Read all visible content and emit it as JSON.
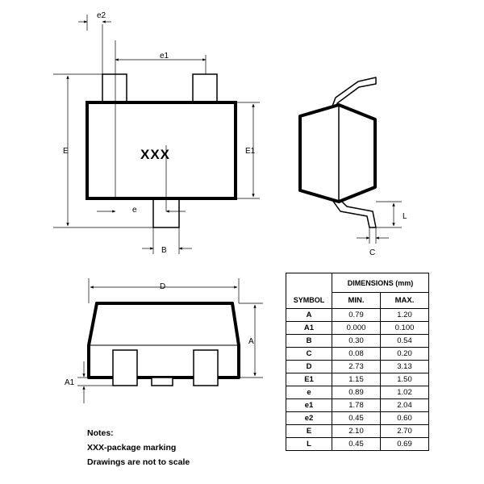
{
  "labels": {
    "e2": "e2",
    "e1": "e1",
    "E": "E",
    "E1": "E1",
    "e": "e",
    "B": "B",
    "L": "L",
    "C": "C",
    "D": "D",
    "A": "A",
    "A1": "A1",
    "marking": "XXX"
  },
  "table": {
    "group_header": "DIMENSIONS (mm)",
    "symbol_header": "SYMBOL",
    "min_header": "MIN.",
    "max_header": "MAX.",
    "rows": [
      {
        "symbol": "A",
        "min": "0.79",
        "max": "1.20"
      },
      {
        "symbol": "A1",
        "min": "0.000",
        "max": "0.100"
      },
      {
        "symbol": "B",
        "min": "0.30",
        "max": "0.54"
      },
      {
        "symbol": "C",
        "min": "0.08",
        "max": "0.20"
      },
      {
        "symbol": "D",
        "min": "2.73",
        "max": "3.13"
      },
      {
        "symbol": "E1",
        "min": "1.15",
        "max": "1.50"
      },
      {
        "symbol": "e",
        "min": "0.89",
        "max": "1.02"
      },
      {
        "symbol": "e1",
        "min": "1.78",
        "max": "2.04"
      },
      {
        "symbol": "e2",
        "min": "0.45",
        "max": "0.60"
      },
      {
        "symbol": "E",
        "min": "2.10",
        "max": "2.70"
      },
      {
        "symbol": "L",
        "min": "0.45",
        "max": "0.69"
      }
    ]
  },
  "notes": {
    "title": "Notes:",
    "line1": "XXX-package marking",
    "line2": "Drawings are not to scale"
  }
}
